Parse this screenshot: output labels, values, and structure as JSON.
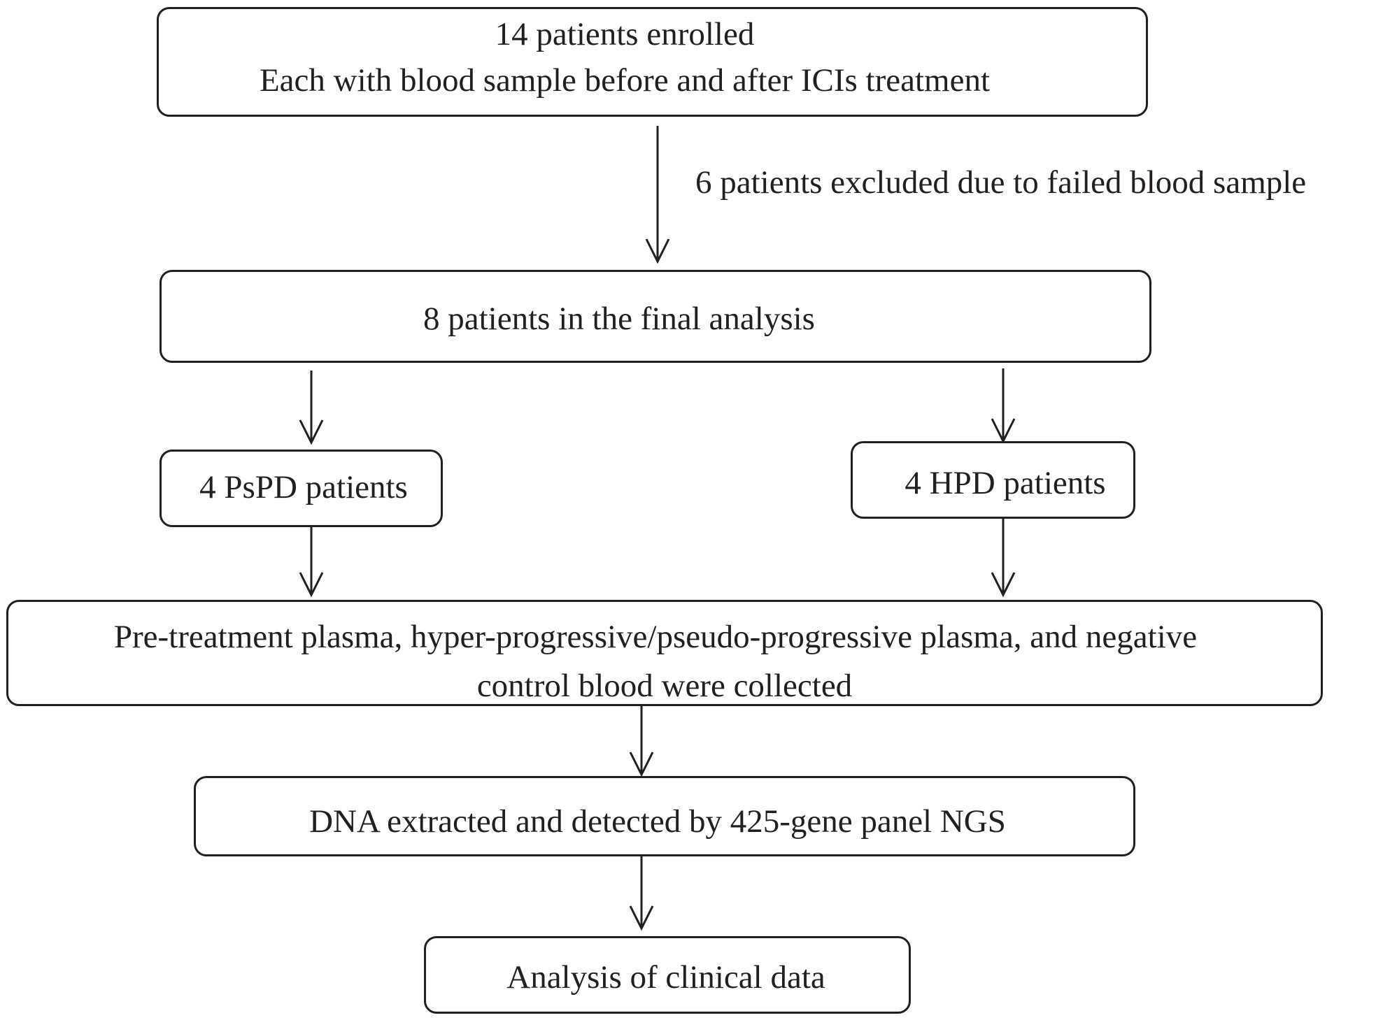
{
  "colors": {
    "stroke": "#231f20",
    "background": "#ffffff",
    "text": "#231f20"
  },
  "boxes": {
    "enrolled": {
      "line1": "14 patients enrolled",
      "line2": "Each with blood sample before and after ICIs treatment"
    },
    "final": {
      "label": "8 patients in the final analysis"
    },
    "pspd": {
      "label": "4 PsPD patients"
    },
    "hpd": {
      "label": "4 HPD patients"
    },
    "collected": {
      "line1": "Pre-treatment plasma, hyper-progressive/pseudo-progressive plasma, and negative",
      "line2": "control blood were collected"
    },
    "dna": {
      "label": "DNA extracted and detected by 425-gene panel NGS"
    },
    "analysis": {
      "label": "Analysis of clinical data"
    }
  },
  "annotations": {
    "excluded": "6 patients excluded due to failed blood sample"
  }
}
